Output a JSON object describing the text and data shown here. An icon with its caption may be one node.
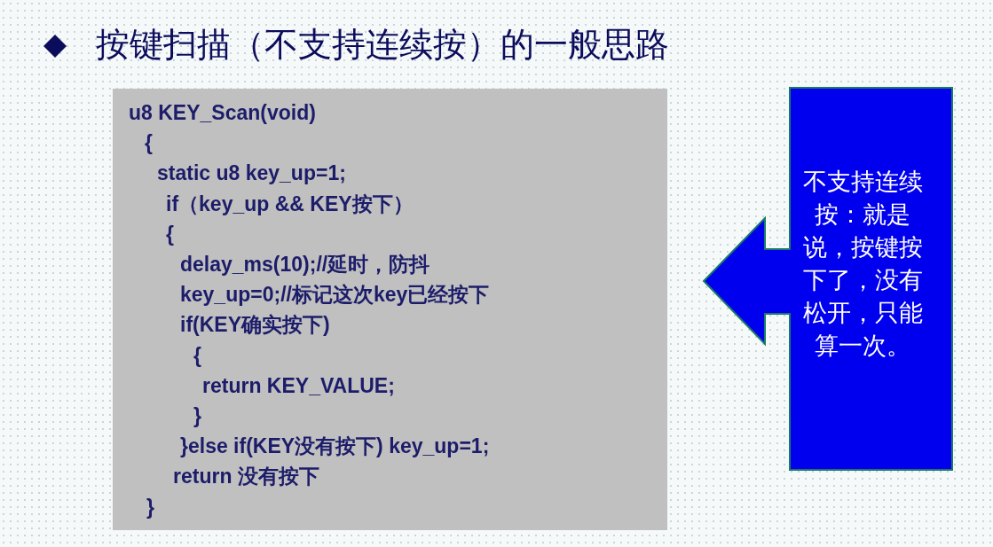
{
  "diagram": {
    "title": "按键扫描（不支持连续按）的一般思路",
    "nodes": [
      {
        "text": [
          "u8 KEY_Scan(void)",
          "{",
          "static u8 key_up=1;",
          "if（key_up && KEY按下）",
          "{",
          "delay_ms(10);//延时，防抖",
          "key_up=0;//标记这次key已经按下",
          "if(KEY确实按下)",
          "{",
          "return KEY_VALUE;",
          "}",
          "}else if(KEY没有按下) key_up=1;",
          "return 没有按下",
          "}"
        ]
      },
      {
        "text": [
          "不支持连续按：就是说，按键按下了，没有松开，只能算一次。"
        ]
      }
    ]
  }
}
